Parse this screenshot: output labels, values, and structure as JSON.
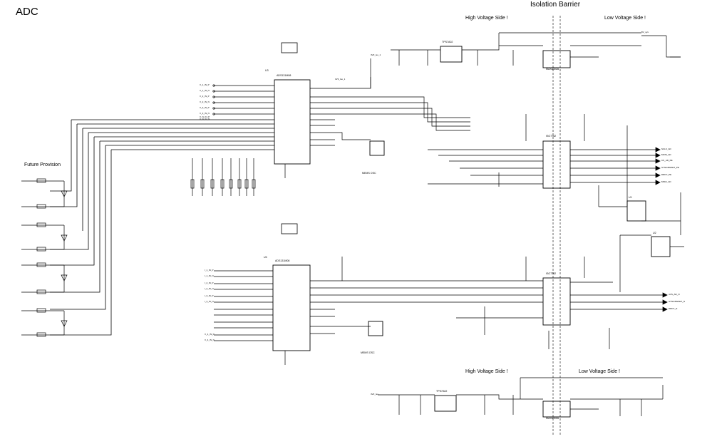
{
  "sheet": {
    "title": "ADC",
    "isolation_label": "Isolation Barrier",
    "future_label": "Future Provision"
  },
  "sections": {
    "hv_top": "High Voltage Side !",
    "lv_top": "Low Voltage Side !",
    "hv_bottom": "High Voltage Side !",
    "lv_bottom": "Low Voltage Side !"
  },
  "components": {
    "adc1": "ADS131M08",
    "adc2": "ADS131M08",
    "iso1": "ISO7762",
    "iso2": "ISO7762",
    "xtal1": "MEMS OSC",
    "xtal2": "MEMS OSC",
    "reg1": "TPS7A02",
    "reg2": "TPS7A02",
    "dcdc1": "MAX8302A",
    "dcdc2": "MAX8302A",
    "u1": "U1",
    "u2": "U2",
    "u3": "U3",
    "u4": "U4"
  },
  "nets": {
    "left_inputs_adc1": [
      "V_1_IN_P",
      "V_1_IN_N",
      "V_2_IN_P",
      "V_2_IN_N",
      "V_3_IN_P",
      "V_3_IN_N",
      "V_N_IN_P",
      "V_N_IN_N"
    ],
    "left_inputs_adc2": [
      "I_1_IN_P",
      "I_1_IN_N",
      "I_2_IN_P",
      "I_2_IN_N",
      "I_3_IN_P",
      "I_3_IN_N",
      "V_4_IN_P",
      "V_4_IN_N"
    ],
    "iso1_outputs": [
      "SCLK_AD",
      "MOSI_AD",
      "CS_AD_PE",
      "SYNC/RESET_PE",
      "DRDY_PE",
      "MISO_AD"
    ],
    "iso2_outputs": [
      "nCS_AD_N",
      "SYNC/RESET_N",
      "DRDY_N"
    ],
    "power": [
      "3V3_iso_1",
      "3V3_iso",
      "5V_sys",
      "3V3_Iso_1"
    ]
  }
}
